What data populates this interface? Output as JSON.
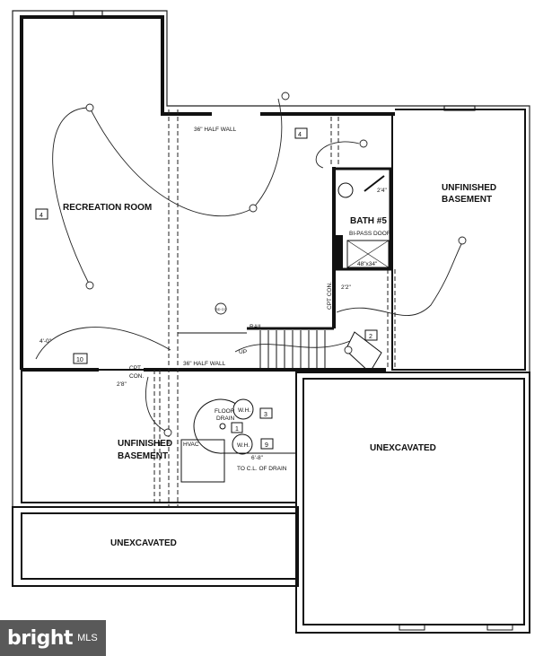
{
  "rooms": {
    "recreation_room": "RECREATION ROOM",
    "unfinished_basement_right": [
      "UNFINISHED",
      "BASEMENT"
    ],
    "unfinished_basement_lower": [
      "UNFINISHED",
      "BASEMENT"
    ],
    "unexcavated_right": "UNEXCAVATED",
    "unexcavated_lower": "UNEXCAVATED",
    "bath": "BATH #5"
  },
  "notes": {
    "half_wall_top": "36\" HALF WALL",
    "half_wall_bottom": "36\" HALF WALL",
    "bi_pass_door": "BI-PASS DOOR",
    "shower_size": "48\"x34\"",
    "rail": "RAIL",
    "up": "UP",
    "dim_4_0": "4'-0\"",
    "cpt_con": [
      "CPT",
      "CON."
    ],
    "cpt_con_vertical": "CPT CON.",
    "door_2_8": "2'8\"",
    "door_2_4": "2'4\"",
    "door_2_2": "2'2\"",
    "floor_drain": [
      "FLOOR",
      "DRAIN"
    ],
    "wh": "W.H.",
    "hvac": "HVAC",
    "dim_6_8": "6'-8\"",
    "to_drain": "TO C.L. OF DRAIN",
    "sd_co": "SD CO"
  },
  "tags": [
    "4",
    "4",
    "10",
    "2",
    "3",
    "1",
    "9"
  ],
  "logo": {
    "brand": "bright",
    "suffix": "MLS"
  }
}
